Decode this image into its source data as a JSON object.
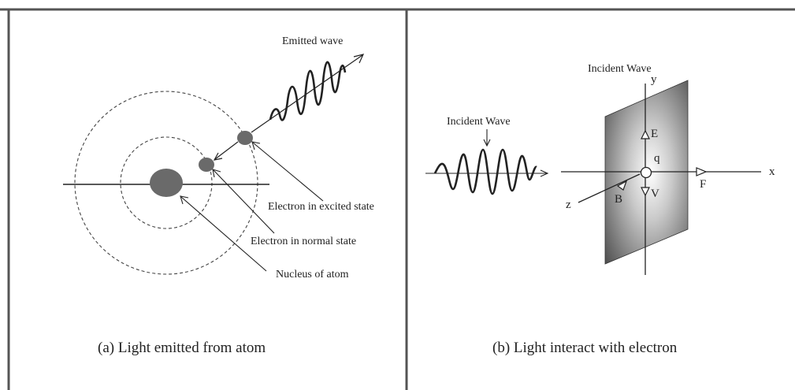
{
  "panel_a": {
    "labels": {
      "emitted_wave": "Emitted wave",
      "excited_electron": "Electron in excited state",
      "normal_electron": "Electron in normal state",
      "nucleus": "Nucleus of atom"
    },
    "caption": "(a) Light emitted from atom"
  },
  "panel_b": {
    "labels": {
      "incident_wave_top": "Incident Wave",
      "incident_wave_left": "Incident Wave",
      "axis_x": "x",
      "axis_y": "y",
      "axis_z": "z",
      "vector_e": "E",
      "vector_b": "B",
      "vector_v": "V",
      "vector_f": "F",
      "charge_q": "q"
    },
    "caption": "(b) Light interact with electron"
  },
  "colors": {
    "frame": "#555555",
    "particle": "#6a6a6a",
    "line": "#222222",
    "plate_dark": "#4a4a4a",
    "plate_light": "#ffffff"
  }
}
